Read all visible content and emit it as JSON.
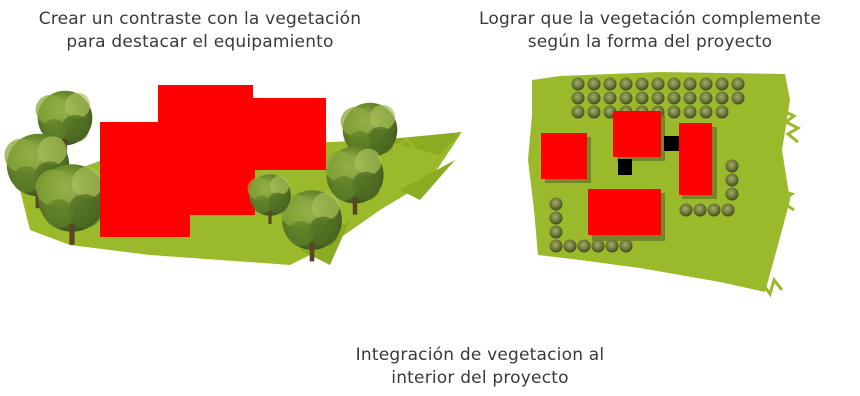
{
  "captions": {
    "left": [
      "Crear un contraste con la vegetación",
      "para destacar el equipamiento"
    ],
    "right": [
      "Lograr que la vegetación complemente",
      "según la forma del proyecto"
    ],
    "bottom": [
      "Integración de vegetacion al",
      "interior del proyecto"
    ]
  },
  "colors": {
    "grass": "#9aba2c",
    "grass_dark": "#7c9a1c",
    "building": "#ff0000",
    "tree_dark": "#3f5a1c",
    "tree_mid": "#6e8f2e",
    "tree_light": "#a9c15a",
    "shrub_dark": "#4e5a2a",
    "shrub_light": "#8e9a5a",
    "access": "#000000"
  },
  "icons": [
    "tree-icon",
    "shrub-icon"
  ]
}
